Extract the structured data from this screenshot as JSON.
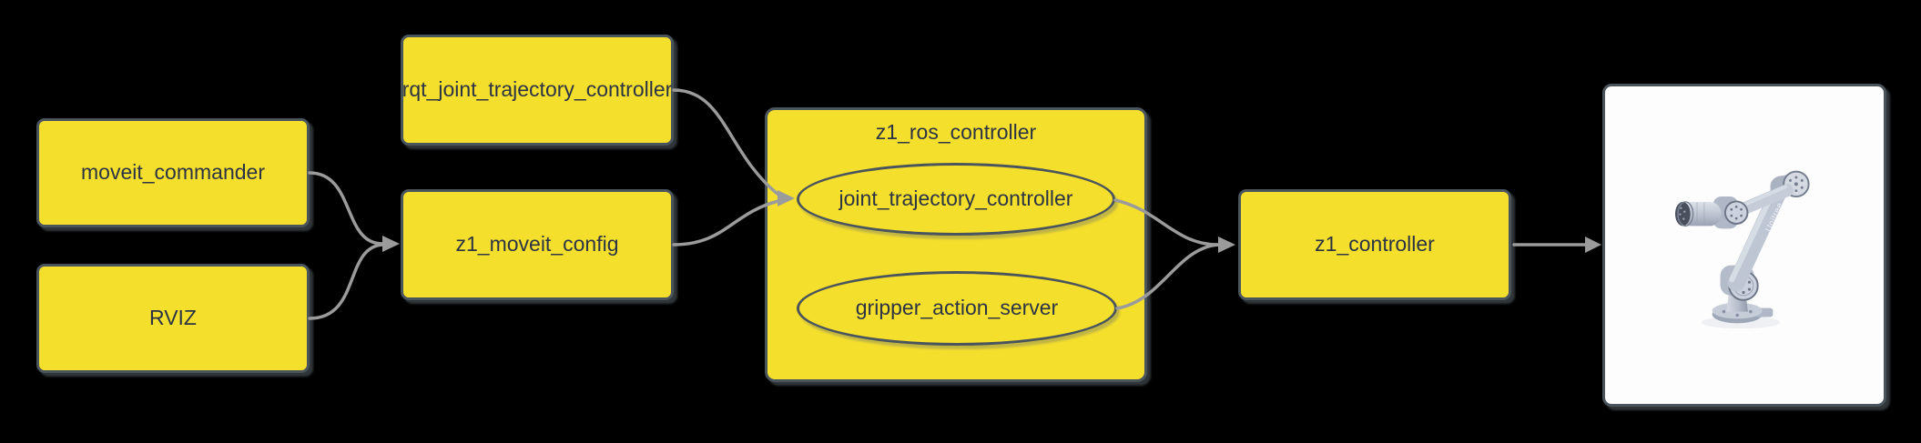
{
  "diagram": {
    "colors": {
      "background": "#000000",
      "node_fill": "#F5DF2D",
      "node_border": "#4A545C",
      "node_text": "#2C3444",
      "arrow": "#9B9B9B",
      "panel_fill": "#FDFDFD"
    },
    "nodes": {
      "moveit_commander": {
        "label": "moveit_commander",
        "shape": "box"
      },
      "rviz": {
        "label": "RVIZ",
        "shape": "box"
      },
      "rqt_joint_trajectory_controller": {
        "label": "rqt_joint_trajectory_controller",
        "shape": "box"
      },
      "z1_moveit_config": {
        "label": "z1_moveit_config",
        "shape": "box"
      },
      "z1_ros_controller": {
        "label": "z1_ros_controller",
        "shape": "container"
      },
      "joint_trajectory_controller": {
        "label": "joint_trajectory_controller",
        "shape": "ellipse",
        "parent": "z1_ros_controller"
      },
      "gripper_action_server": {
        "label": "gripper_action_server",
        "shape": "ellipse",
        "parent": "z1_ros_controller"
      },
      "z1_controller": {
        "label": "z1_controller",
        "shape": "box"
      },
      "robot_arm": {
        "label": "",
        "shape": "image-panel",
        "brand_text": "Unitree"
      }
    },
    "edges": [
      {
        "from": "moveit_commander",
        "to": "z1_moveit_config"
      },
      {
        "from": "rviz",
        "to": "z1_moveit_config"
      },
      {
        "from": "rqt_joint_trajectory_controller",
        "to": "joint_trajectory_controller"
      },
      {
        "from": "z1_moveit_config",
        "to": "joint_trajectory_controller"
      },
      {
        "from": "joint_trajectory_controller",
        "to": "z1_controller"
      },
      {
        "from": "gripper_action_server",
        "to": "z1_controller"
      },
      {
        "from": "z1_controller",
        "to": "robot_arm"
      }
    ]
  }
}
